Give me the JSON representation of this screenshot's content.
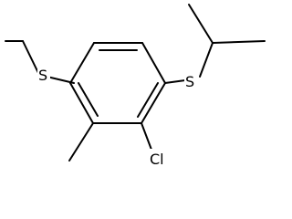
{
  "molecule": {
    "atoms": {
      "sulfur_left": "S",
      "sulfur_right": "S",
      "chlorine": "Cl"
    }
  },
  "colors": {
    "background": "#ffffff",
    "bond": "#000000",
    "text": "#000000"
  }
}
